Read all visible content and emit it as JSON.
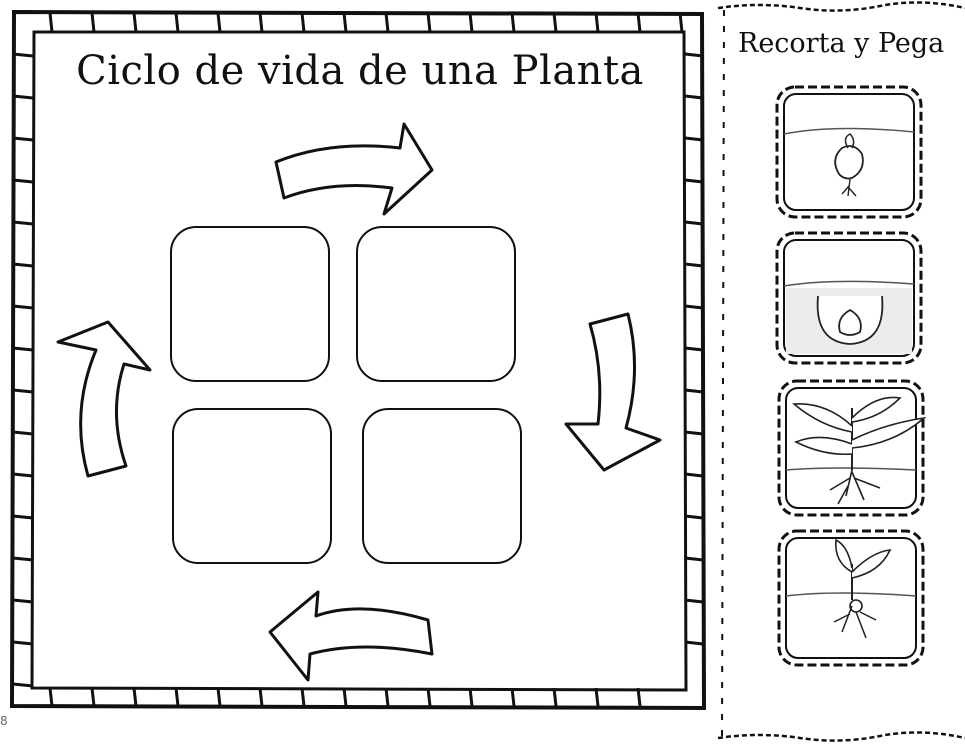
{
  "worksheet": {
    "title": "Ciclo de vida de una Planta",
    "placement_boxes": 4,
    "arrows": [
      "arrow-top-right",
      "arrow-right-down",
      "arrow-bottom-left",
      "arrow-left-up"
    ]
  },
  "cut_panel": {
    "title": "Recorta y Pega",
    "cards": [
      {
        "name": "sprouting-seed",
        "icon": "sprouting-seed-icon"
      },
      {
        "name": "seed-in-soil",
        "icon": "seed-in-soil-icon"
      },
      {
        "name": "grown-plant",
        "icon": "grown-plant-icon"
      },
      {
        "name": "seedling",
        "icon": "seedling-icon"
      }
    ]
  },
  "footer": {
    "page_number": "8"
  }
}
